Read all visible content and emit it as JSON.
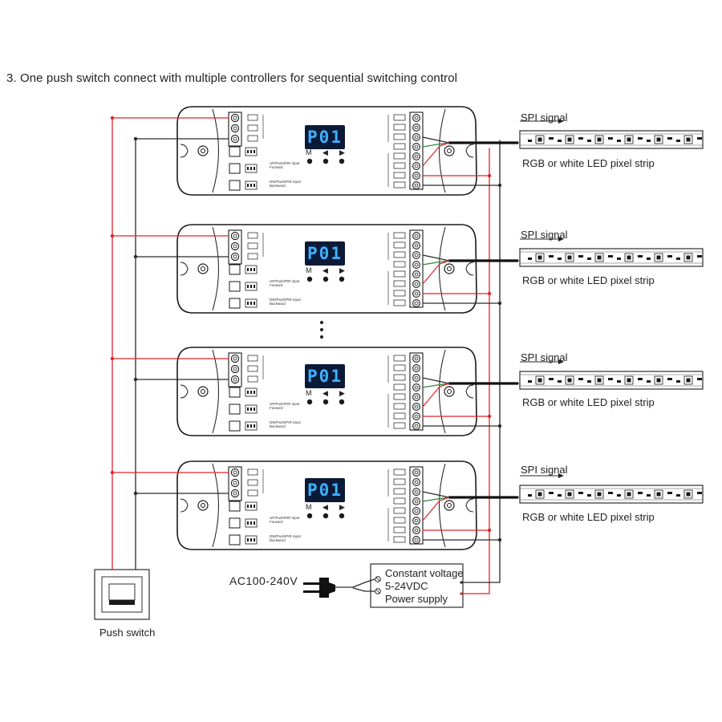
{
  "title": "3. One push switch connect with multiple controllers for sequential switching control",
  "display_text": "P01",
  "button_labels": [
    "M",
    "◀",
    "▶"
  ],
  "input_labels": {
    "forward": "UP/Push/PIR input\nForward",
    "backward": "DW/Push/PIR input\nBackward"
  },
  "spi_signal_label": "SPI signal",
  "strip_label": "RGB or white LED pixel strip",
  "power_supply": {
    "line1": "Constant voltage",
    "line2": "5-24VDC",
    "line3": "Power supply"
  },
  "ac_input_label": "AC100-240V",
  "push_switch_label": "Push switch",
  "colors": {
    "red_wire": "#e0242b",
    "black_wire": "#2a2a2a",
    "green_wire": "#2a8a3a",
    "display_bg": "#0b1a36",
    "display_digits": "#3fb0ff"
  }
}
